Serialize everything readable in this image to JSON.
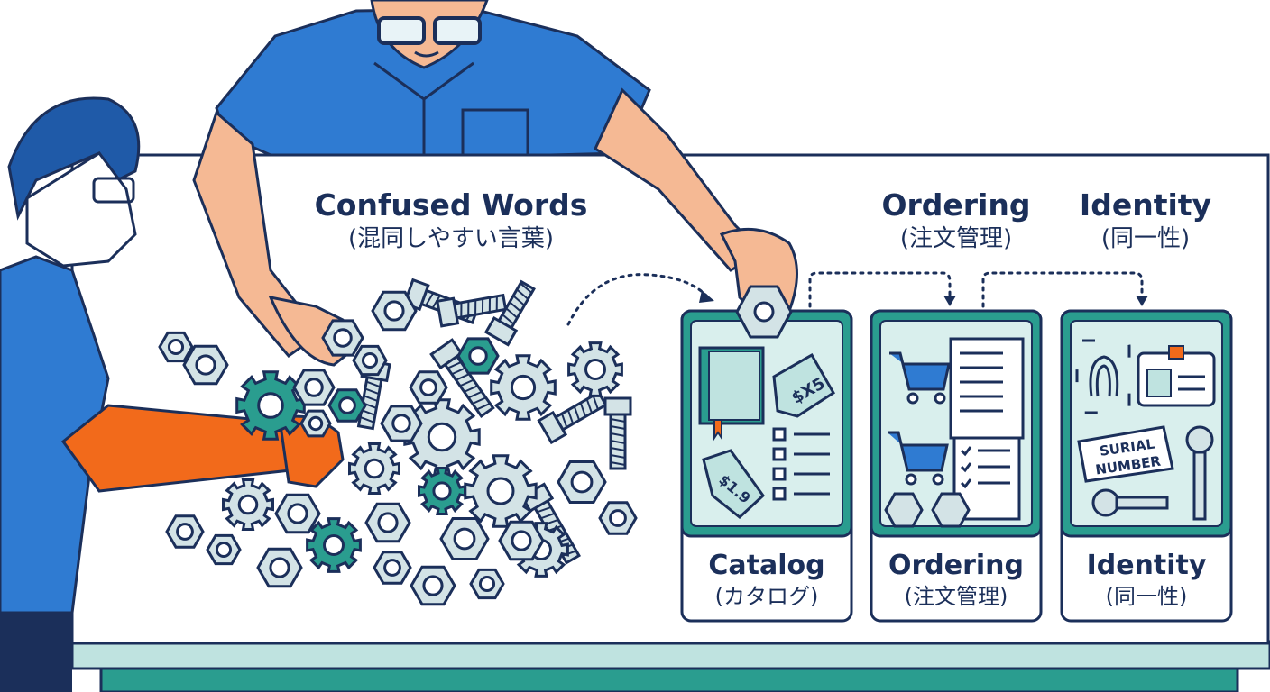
{
  "heading_confused": {
    "en": "Confused Words",
    "jp": "(混同しやすい言葉)"
  },
  "heading_ordering": {
    "en": "Ordering",
    "jp": "(注文管理)"
  },
  "heading_identity": {
    "en": "Identity",
    "jp": "(同一性)"
  },
  "cards": [
    {
      "en": "Catalog",
      "jp": "(カタログ)"
    },
    {
      "en": "Ordering",
      "jp": "(注文管理)"
    },
    {
      "en": "Identity",
      "jp": "(同一性)"
    }
  ],
  "price_tag_1": "$X5",
  "price_tag_2": "$1.9",
  "id_tag": {
    "line1": "SURIAL",
    "line2": "NUMBER"
  },
  "colors": {
    "navy": "#1b2f5a",
    "teal": "#2a9d8f",
    "teal_light": "#bfe3e0",
    "teal_bg": "#d9efed",
    "shirt_blue": "#2f7bd2",
    "skin": "#f5b994",
    "orange": "#f26a1b",
    "metal": "#d3e3e6"
  }
}
